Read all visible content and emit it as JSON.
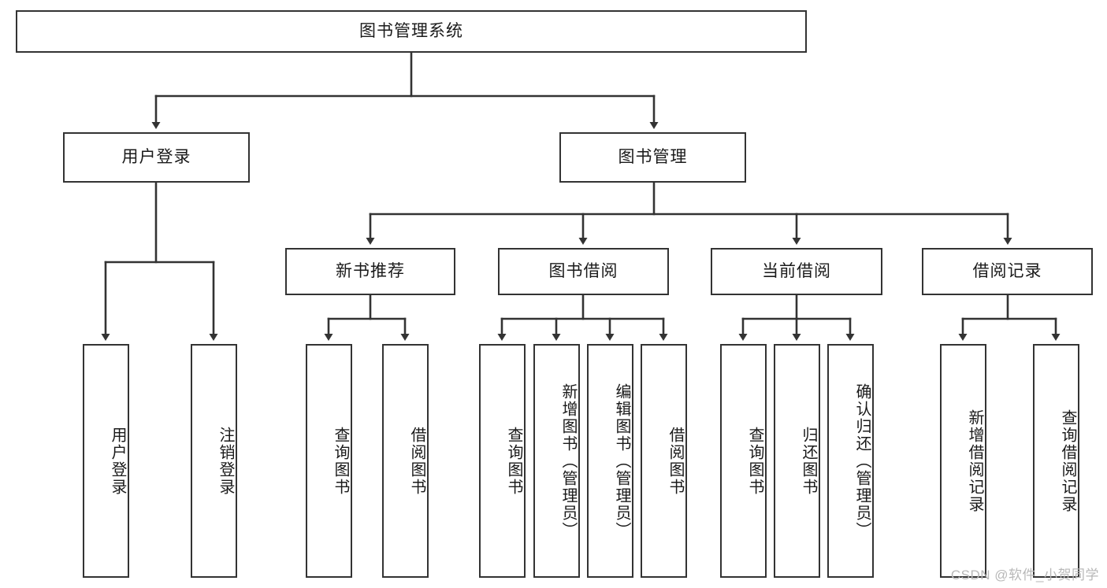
{
  "diagram": {
    "title": "图书管理系统",
    "type": "tree-hierarchy",
    "watermark": "CSDN @软件_小贺同学",
    "colors": {
      "background": "#ffffff",
      "box_border": "#333333",
      "box_fill": "#ffffff",
      "text": "#1a1a1a",
      "connector": "#333333",
      "watermark": "#b8b8b8"
    },
    "root": {
      "label": "图书管理系统"
    },
    "level2": [
      {
        "label": "用户登录"
      },
      {
        "label": "图书管理"
      }
    ],
    "level3": [
      {
        "label": "新书推荐"
      },
      {
        "label": "图书借阅"
      },
      {
        "label": "当前借阅"
      },
      {
        "label": "借阅记录"
      }
    ],
    "leaves": {
      "user_login": [
        {
          "label": "用户登录"
        },
        {
          "label": "注销登录"
        }
      ],
      "new_book_recommend": [
        {
          "label": "查询图书"
        },
        {
          "label": "借阅图书"
        }
      ],
      "book_borrow": [
        {
          "label": "查询图书"
        },
        {
          "label": "新增图书（管理员）"
        },
        {
          "label": "编辑图书（管理员）"
        },
        {
          "label": "借阅图书"
        }
      ],
      "current_borrow": [
        {
          "label": "查询图书"
        },
        {
          "label": "归还图书"
        },
        {
          "label": "确认归还（管理员）"
        }
      ],
      "borrow_record": [
        {
          "label": "新增借阅记录"
        },
        {
          "label": "查询借阅记录"
        }
      ]
    }
  }
}
